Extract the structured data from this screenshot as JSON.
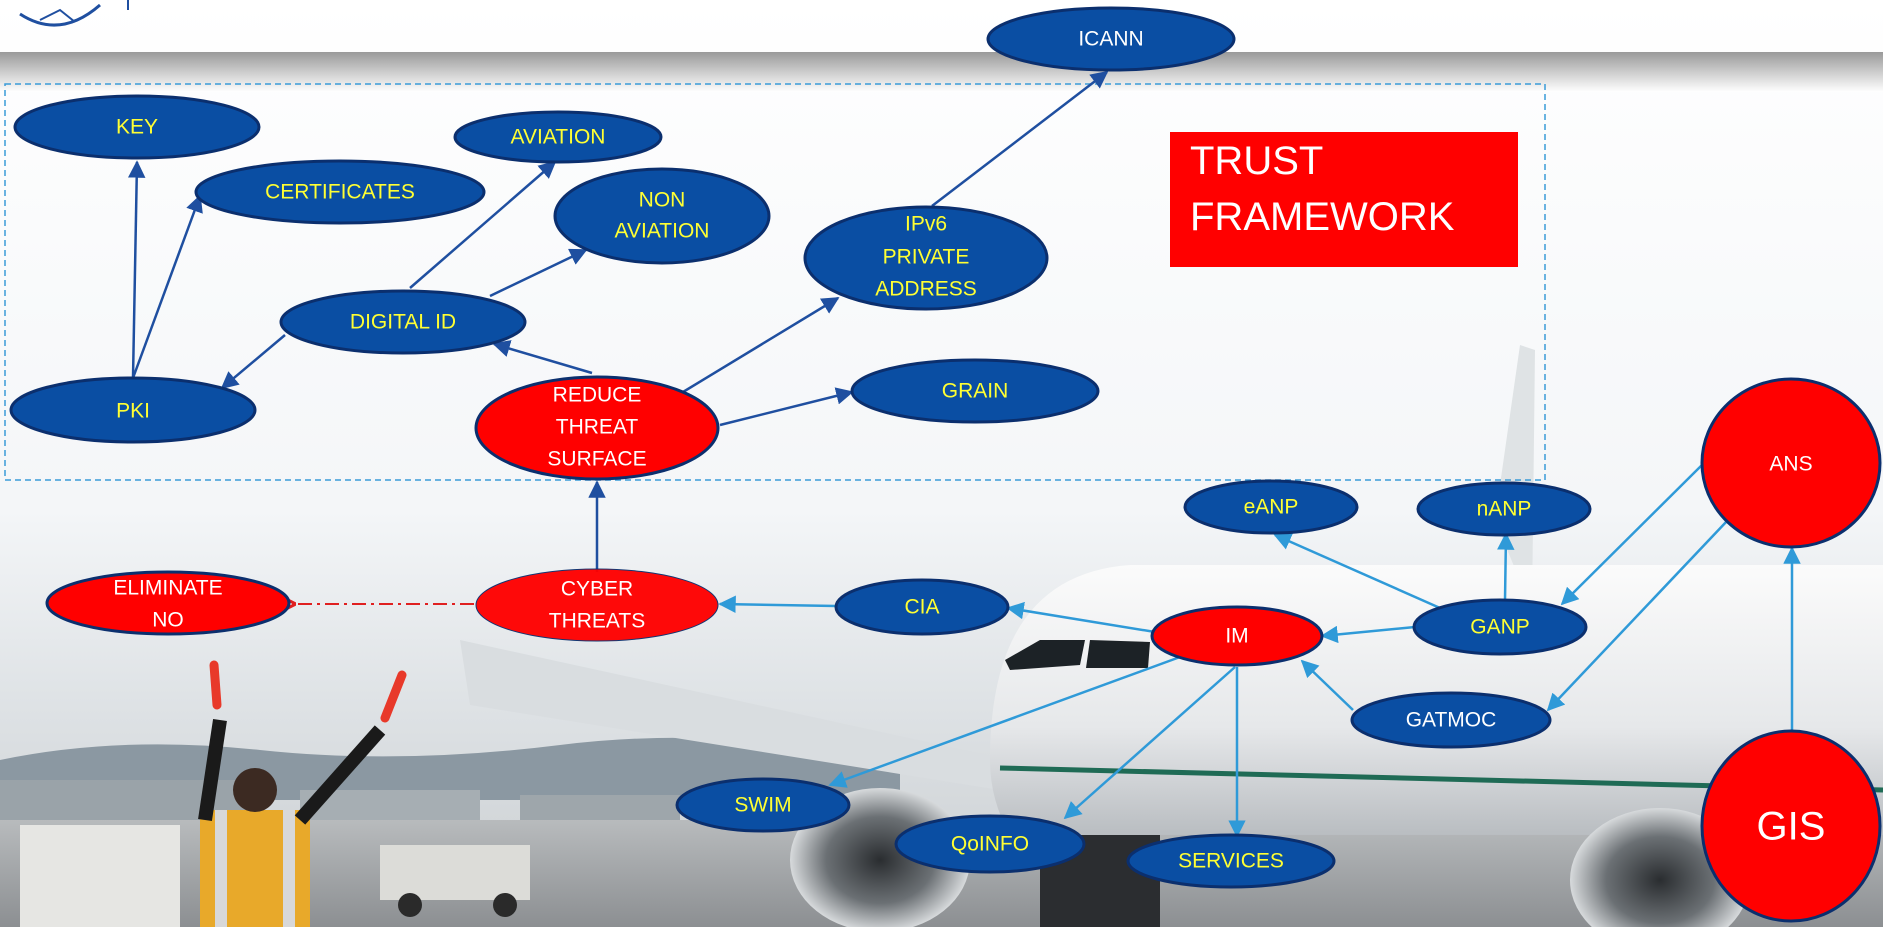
{
  "colors": {
    "blue_node": "#0a4ea3",
    "blue_stroke": "#0b2f6e",
    "red_node": "#ff0000",
    "blue_node_text_yellow": "#ffff33",
    "white_text": "#ffffff",
    "arrow_dark": "#1f4fa0",
    "arrow_light": "#2f9ad8",
    "dashed_border": "#3a9bd8",
    "trust_box": "#ff0000"
  },
  "trust_framework": {
    "line1": "TRUST",
    "line2": "FRAMEWORK"
  },
  "nodes": {
    "icann": "ICANN",
    "key": "KEY",
    "aviation": "AVIATION",
    "certificates": "CERTIFICATES",
    "non_aviation_1": "NON",
    "non_aviation_2": "AVIATION",
    "ipv6_1": "IPv6",
    "ipv6_2": "PRIVATE",
    "ipv6_3": "ADDRESS",
    "digital_id": "DIGITAL ID",
    "pki": "PKI",
    "reduce_1": "REDUCE",
    "reduce_2": "THREAT",
    "reduce_3": "SURFACE",
    "grain": "GRAIN",
    "eanp": "eANP",
    "nanp": "nANP",
    "ans": "ANS",
    "eliminate_1": "ELIMINATE",
    "eliminate_2": "NO",
    "cyber_1": "CYBER",
    "cyber_2": "THREATS",
    "cia": "CIA",
    "im": "IM",
    "ganp": "GANP",
    "gatmoc": "GATMOC",
    "swim": "SWIM",
    "qoinfo": "QoINFO",
    "services": "SERVICES",
    "gis": "GIS"
  },
  "background": {
    "scene": "photo-airport-airliner-marshaller"
  }
}
